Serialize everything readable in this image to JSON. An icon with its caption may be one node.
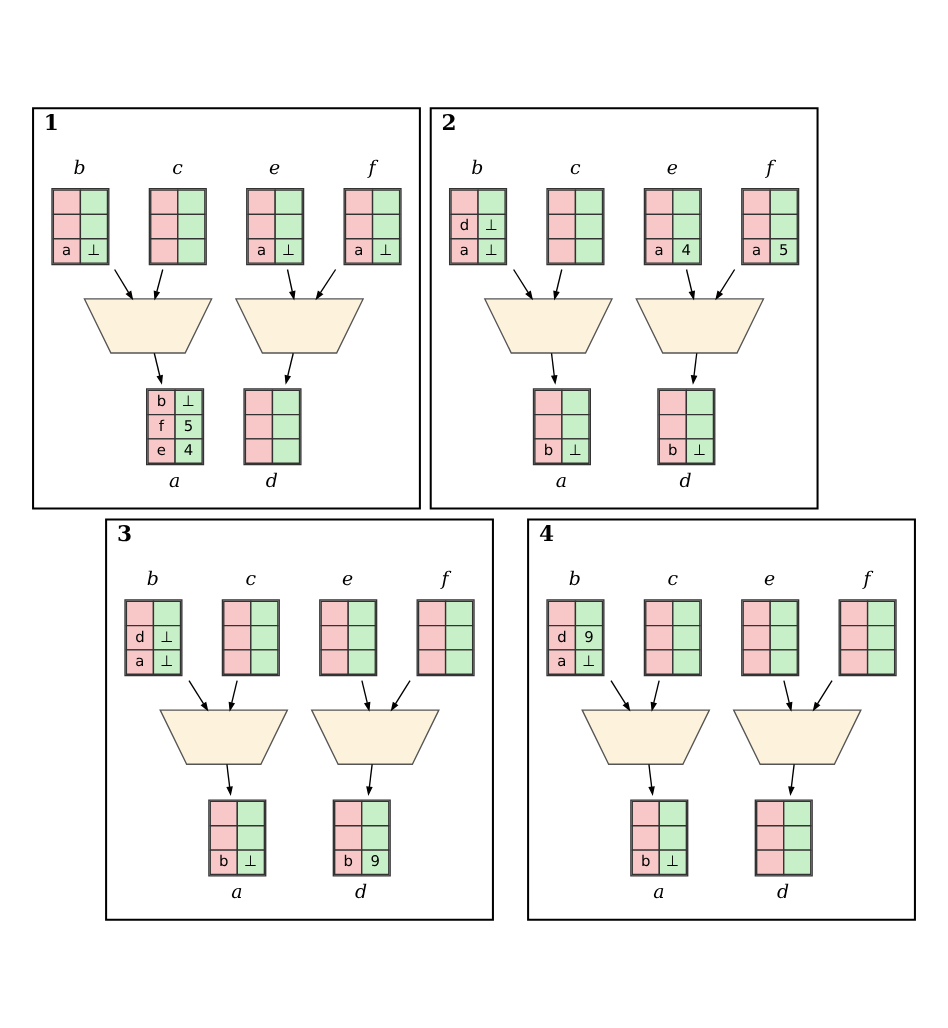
{
  "diagram": {
    "nodes": [
      {
        "text": [
          "1"
        ]
      },
      {
        "text": [
          "a",
          "⊥"
        ],
        "beside": [
          "b"
        ],
        "in": 0
      },
      {
        "text": [],
        "shape": "box",
        "beside": [
          "c"
        ],
        "in": 0
      },
      {
        "text": [
          "a",
          "⊥"
        ],
        "beside": [
          "e"
        ],
        "in": 0
      },
      {
        "text": [
          "a",
          "⊥"
        ],
        "beside": [
          "f"
        ],
        "in": 0
      },
      {
        "text": [],
        "shape": "funnel",
        "in": 0
      },
      {
        "text": [],
        "shape": "funnel",
        "in": 0
      },
      {
        "text": [
          "b",
          "⊥",
          "f",
          "5",
          "e",
          "4"
        ],
        "beside": [
          "a"
        ],
        "in": 0
      },
      {
        "text": [],
        "shape": "box",
        "beside": [
          "d"
        ],
        "in": 0
      },
      {
        "text": [
          "2"
        ]
      },
      {
        "text": [
          "d",
          "⊥",
          "a",
          "⊥"
        ],
        "beside": [
          "b"
        ],
        "in": 9
      },
      {
        "text": [],
        "shape": "box",
        "beside": [
          "c"
        ],
        "in": 9
      },
      {
        "text": [
          "a",
          "4"
        ],
        "beside": [
          "e"
        ],
        "in": 9
      },
      {
        "text": [
          "a",
          "5"
        ],
        "beside": [
          "f"
        ],
        "in": 9
      },
      {
        "text": [],
        "shape": "funnel",
        "in": 9
      },
      {
        "text": [],
        "shape": "funnel",
        "in": 9
      },
      {
        "text": [
          "b",
          "⊥"
        ],
        "beside": [
          "a"
        ],
        "in": 9
      },
      {
        "text": [
          "b",
          "⊥"
        ],
        "beside": [
          "d"
        ],
        "in": 9
      },
      {
        "text": [
          "3"
        ]
      },
      {
        "text": [
          "d",
          "⊥",
          "a",
          "⊥"
        ],
        "beside": [
          "b"
        ],
        "in": 18
      },
      {
        "text": [],
        "shape": "box",
        "beside": [
          "c"
        ],
        "in": 18
      },
      {
        "text": [],
        "shape": "box",
        "beside": [
          "e"
        ],
        "in": 18
      },
      {
        "text": [],
        "shape": "box",
        "beside": [
          "f"
        ],
        "in": 18
      },
      {
        "text": [],
        "shape": "funnel",
        "in": 18
      },
      {
        "text": [],
        "shape": "funnel",
        "in": 18
      },
      {
        "text": [
          "b",
          "⊥"
        ],
        "beside": [
          "a"
        ],
        "in": 18
      },
      {
        "text": [
          "b",
          "9"
        ],
        "beside": [
          "d"
        ],
        "in": 18
      },
      {
        "text": [
          "4"
        ]
      },
      {
        "text": [
          "d",
          "9",
          "a",
          "⊥"
        ],
        "beside": [
          "b"
        ],
        "in": 27
      },
      {
        "text": [],
        "shape": "box",
        "beside": [
          "c"
        ],
        "in": 27
      },
      {
        "text": [],
        "shape": "box",
        "beside": [
          "e"
        ],
        "in": 27
      },
      {
        "text": [],
        "shape": "box",
        "beside": [
          "f"
        ],
        "in": 27
      },
      {
        "text": [],
        "shape": "funnel",
        "in": 27
      },
      {
        "text": [],
        "shape": "funnel",
        "in": 27
      },
      {
        "text": [
          "b",
          "⊥"
        ],
        "beside": [
          "a"
        ],
        "in": 27
      },
      {
        "text": [],
        "shape": "box",
        "beside": [
          "d"
        ],
        "in": 27
      }
    ],
    "edges": [
      {
        "from": 1,
        "to": 5,
        "arrow": "to"
      },
      {
        "from": 2,
        "to": 5,
        "arrow": "to"
      },
      {
        "from": 3,
        "to": 6,
        "arrow": "to"
      },
      {
        "from": 4,
        "to": 6,
        "arrow": "to"
      },
      {
        "from": 5,
        "to": 7,
        "arrow": "to"
      },
      {
        "from": 6,
        "to": 8,
        "arrow": "to"
      },
      {
        "from": 10,
        "to": 14,
        "arrow": "to"
      },
      {
        "from": 11,
        "to": 14,
        "arrow": "to"
      },
      {
        "from": 12,
        "to": 15,
        "arrow": "to"
      },
      {
        "from": 13,
        "to": 15,
        "arrow": "to"
      },
      {
        "from": 14,
        "to": 16,
        "arrow": "to"
      },
      {
        "from": 15,
        "to": 17,
        "arrow": "to"
      },
      {
        "from": 19,
        "to": 23,
        "arrow": "to"
      },
      {
        "from": 20,
        "to": 23,
        "arrow": "to"
      },
      {
        "from": 21,
        "to": 24,
        "arrow": "to"
      },
      {
        "from": 22,
        "to": 24,
        "arrow": "to"
      },
      {
        "from": 23,
        "to": 25,
        "arrow": "to"
      },
      {
        "from": 24,
        "to": 26,
        "arrow": "to"
      },
      {
        "from": 28,
        "to": 32,
        "arrow": "to"
      },
      {
        "from": 29,
        "to": 32,
        "arrow": "to"
      },
      {
        "from": 30,
        "to": 33,
        "arrow": "to"
      },
      {
        "from": 31,
        "to": 33,
        "arrow": "to"
      },
      {
        "from": 32,
        "to": 34,
        "arrow": "to"
      },
      {
        "from": 33,
        "to": 35,
        "arrow": "to"
      }
    ]
  }
}
